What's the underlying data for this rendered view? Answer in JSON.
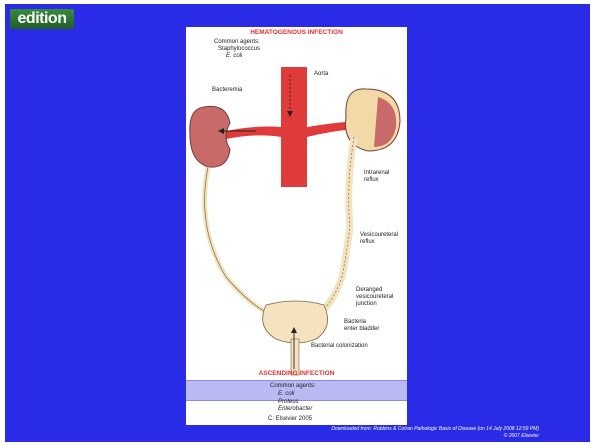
{
  "logo": {
    "text": "edition"
  },
  "figure": {
    "title_top": "HEMATOGENOUS INFECTION",
    "common_agents_top": "Common agents:",
    "agent_staph": "Staphylococcus",
    "agent_ecoli_top": "E. coli",
    "aorta": "Aorta",
    "bacteremia": "Bacteremia",
    "intrarenal": "Intrarenal",
    "reflux1": "reflux",
    "vesicoureteral": "Vesicoureteral",
    "reflux2": "reflux",
    "deranged": "Deranged",
    "vesicoureteral2": "vesicoureteral",
    "junction": "junction",
    "bacteria": "Bacteria",
    "enter_bladder": "enter bladder",
    "bacterial_colonization": "Bacterial colonization",
    "title_bottom": "ASCENDING INFECTION",
    "common_agents_bottom": "Common agents:",
    "agent_ecoli_bottom": "E. coli",
    "agent_proteus": "Proteus",
    "agent_enterobacter": "Enterobacter",
    "copyright": "C: Elsevier 2005"
  },
  "footer": {
    "download_note": "Downloaded from: Robbins & Cotran Pathologic Basis of Disease (on 14 July 2008 12:59 PM)",
    "copyright": "© 2007 Elsevier"
  },
  "colors": {
    "background_blue": "#2a2be6",
    "accent_red": "#e03030",
    "kidney_tissue": "#e07a7a",
    "ureter_beige": "#f4e3be"
  }
}
